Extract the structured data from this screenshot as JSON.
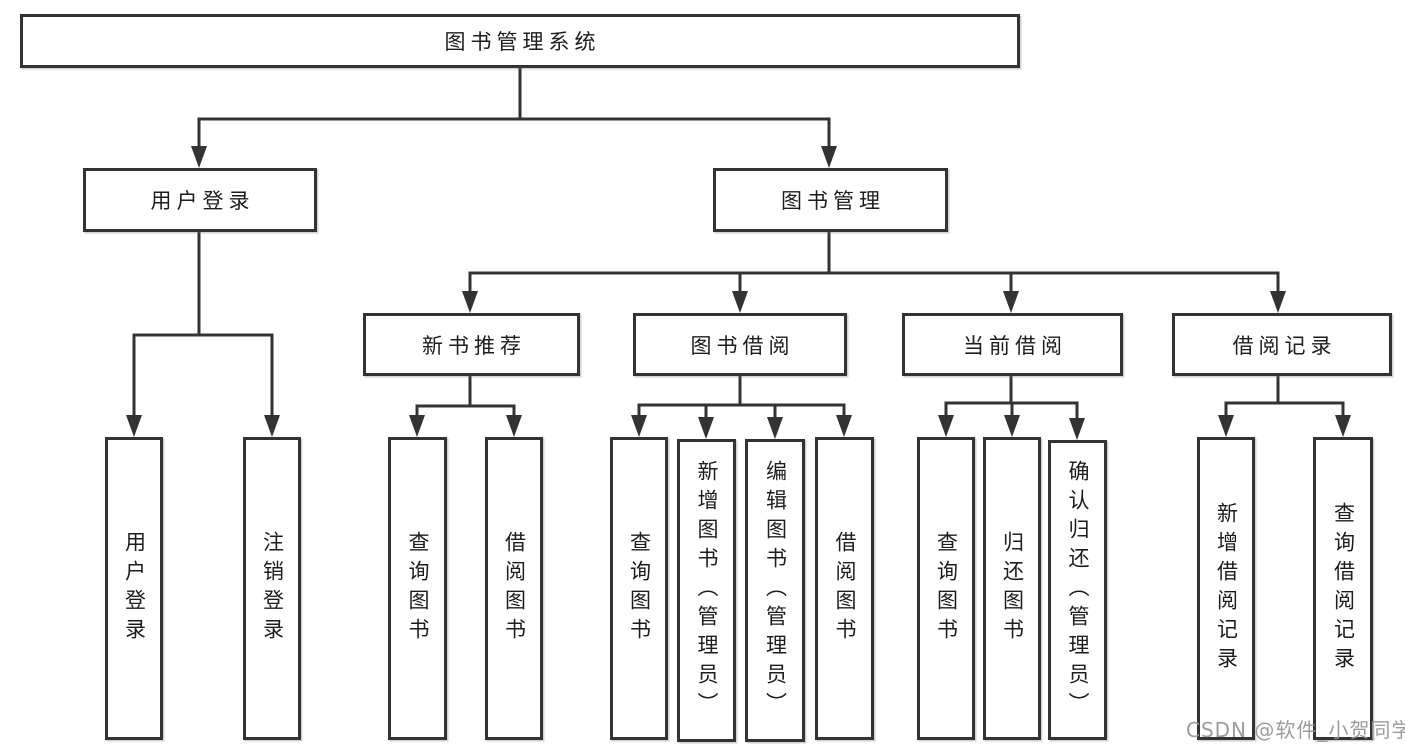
{
  "diagram_type": "hierarchy-tree",
  "colors": {
    "line": "#333333",
    "box_border": "#333333",
    "text": "#1d1d1d",
    "watermark": "#989898",
    "background": "#ffffff"
  },
  "nodes": {
    "root": "图书管理系统",
    "level2": {
      "user_login": "用户登录",
      "book_management": "图书管理"
    },
    "level3": {
      "new_book_recommend": "新书推荐",
      "book_borrowing": "图书借阅",
      "current_borrowing": "当前借阅",
      "borrowing_records": "借阅记录"
    },
    "level4": {
      "user_login_children": [
        "用户登录",
        "注销登录"
      ],
      "new_book_children": [
        "查询图书",
        "借阅图书"
      ],
      "book_borrowing_children": [
        "查询图书",
        "新增图书（管理员）",
        "编辑图书（管理员）",
        "借阅图书"
      ],
      "current_borrowing_children": [
        "查询图书",
        "归还图书",
        "确认归还（管理员）"
      ],
      "borrowing_records_children": [
        "新增借阅记录",
        "查询借阅记录"
      ]
    }
  },
  "watermark": "CSDN @软件_小贺同学"
}
